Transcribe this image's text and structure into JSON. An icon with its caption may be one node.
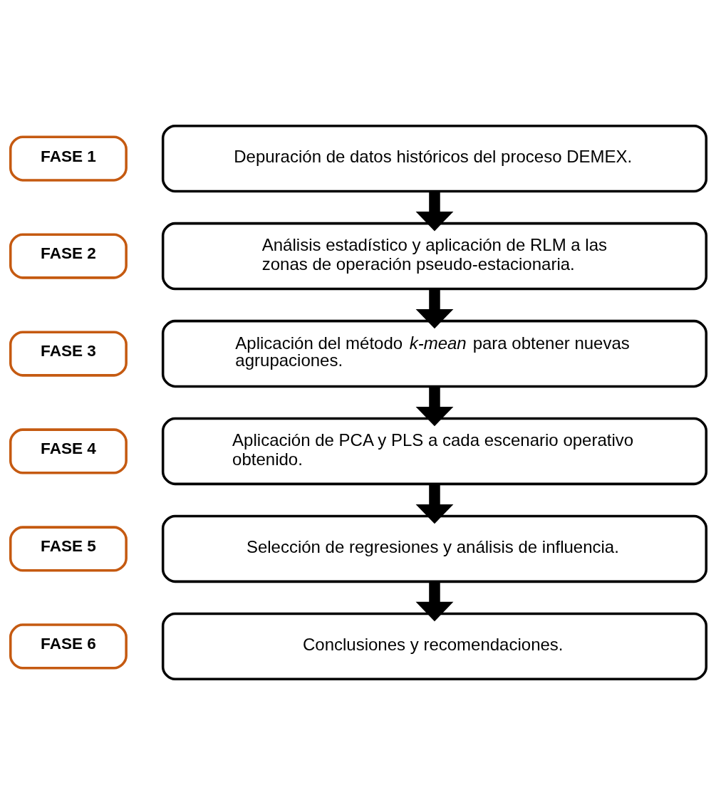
{
  "diagram": {
    "nodes": [
      {
        "text": [
          "FASE 1"
        ]
      },
      {
        "text": [
          "Depuración de datos históricos del proceso DEMEX."
        ]
      },
      {
        "text": [
          "FASE 2"
        ]
      },
      {
        "text": [
          "Análisis estadístico y aplicación de RLM a las zonas de operación pseudo-estacionaria."
        ]
      },
      {
        "text": [
          "FASE 3"
        ]
      },
      {
        "text": [
          "Aplicación del método *k-mean* para obtener nuevas agrupaciones."
        ]
      },
      {
        "text": [
          "FASE 4"
        ]
      },
      {
        "text": [
          "Aplicación de PCA y PLS a cada escenario operativo obtenido."
        ]
      },
      {
        "text": [
          "FASE 5"
        ]
      },
      {
        "text": [
          "Selección de regresiones y análisis de influencia."
        ]
      },
      {
        "text": [
          "FASE 6"
        ]
      },
      {
        "text": [
          "Conclusiones y recomendaciones."
        ]
      }
    ],
    "edges": [
      {
        "from": 1,
        "to": 3,
        "arrow": "to"
      },
      {
        "from": 3,
        "to": 5,
        "arrow": "to"
      },
      {
        "from": 5,
        "to": 7,
        "arrow": "to"
      },
      {
        "from": 7,
        "to": 9,
        "arrow": "to"
      },
      {
        "from": 9,
        "to": 11,
        "arrow": "to"
      }
    ]
  }
}
